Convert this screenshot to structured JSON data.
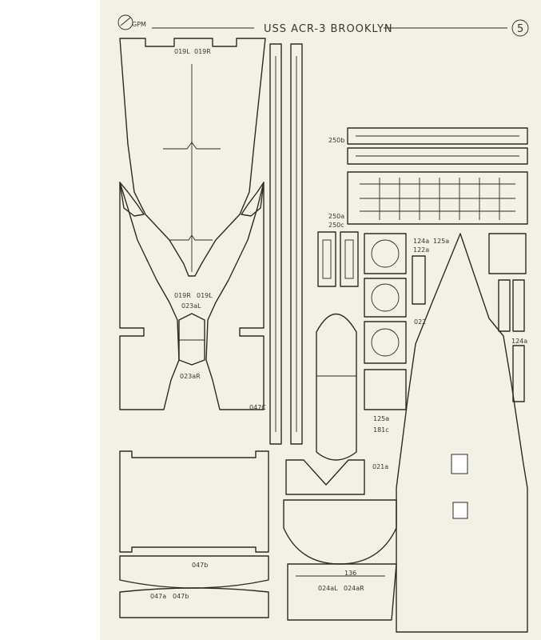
{
  "sheet": {
    "title": "USS ACR-3 BROOKLYN",
    "page_number": "5",
    "logo_text": "GPM",
    "colors": {
      "paper": "#f3f0e6",
      "ink": "#2e2a24",
      "margin": "#ffffff"
    }
  },
  "part_labels": {
    "p019L_top": "019L",
    "p019R_top": "019R",
    "p019R": "019R",
    "p019L": "019L",
    "p023aL": "023aL",
    "p023aR": "023aR",
    "p047c": "047C",
    "p047b": "047b",
    "p047a": "047a",
    "p047b2": "047b",
    "p250b": "250b",
    "p250a": "250a",
    "p250c": "250c",
    "p124a": "124a",
    "p125a_top": "125a",
    "p122a": "122a",
    "p022": "022",
    "p124a_right": "124a",
    "p125a": "125a",
    "p181c": "181c",
    "p021a": "021a",
    "p136": "136",
    "p024aL": "024aL",
    "p024aR": "024aR"
  }
}
